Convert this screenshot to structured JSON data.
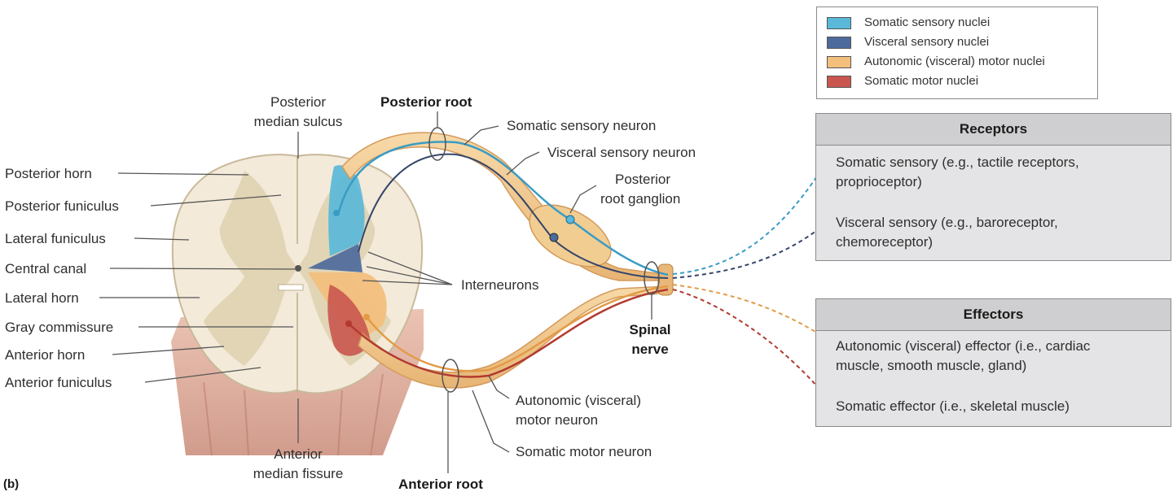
{
  "legend": {
    "items": [
      {
        "label": "Somatic sensory nuclei",
        "color": "#5ab8d9"
      },
      {
        "label": "Visceral sensory nuclei",
        "color": "#4d6a9c"
      },
      {
        "label": "Autonomic (visceral) motor nuclei",
        "color": "#f2bf7d"
      },
      {
        "label": "Somatic motor nuclei",
        "color": "#c9574f"
      }
    ]
  },
  "labels_left": [
    "Posterior horn",
    "Posterior funiculus",
    "Lateral funiculus",
    "Central canal",
    "Lateral horn",
    "Gray commissure",
    "Anterior horn",
    "Anterior funiculus"
  ],
  "labels": {
    "posterior_median_sulcus_1": "Posterior",
    "posterior_median_sulcus_2": "median sulcus",
    "posterior_root": "Posterior root",
    "somatic_sensory_neuron": "Somatic sensory neuron",
    "visceral_sensory_neuron": "Visceral sensory neuron",
    "posterior_root_ganglion_1": "Posterior",
    "posterior_root_ganglion_2": "root ganglion",
    "interneurons": "Interneurons",
    "spinal_nerve_1": "Spinal",
    "spinal_nerve_2": "nerve",
    "autonomic_motor_neuron_1": "Autonomic (visceral)",
    "autonomic_motor_neuron_2": "motor neuron",
    "somatic_motor_neuron": "Somatic motor neuron",
    "anterior_median_fissure_1": "Anterior",
    "anterior_median_fissure_2": "median fissure",
    "anterior_root": "Anterior root",
    "panel_letter": "(b)"
  },
  "receptors": {
    "title": "Receptors",
    "items": [
      {
        "line1": "Somatic sensory (e.g., tactile receptors,",
        "line2": "proprioceptor)"
      },
      {
        "line1": "Visceral sensory (e.g., baroreceptor,",
        "line2": "chemoreceptor)"
      }
    ]
  },
  "effectors": {
    "title": "Effectors",
    "items": [
      {
        "line1": "Autonomic (visceral) effector (i.e., cardiac",
        "line2": "muscle, smooth muscle, gland)"
      },
      {
        "line1": "Somatic effector (i.e., skeletal muscle)",
        "line2": ""
      }
    ]
  }
}
